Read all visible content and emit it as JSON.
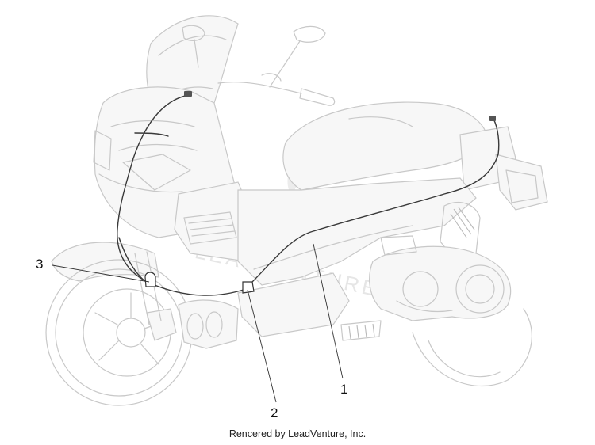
{
  "diagram": {
    "callouts": [
      {
        "id": "callout-1",
        "number": "1"
      },
      {
        "id": "callout-2",
        "number": "2"
      },
      {
        "id": "callout-3",
        "number": "3"
      }
    ],
    "watermark_text": "LEADVENTURE",
    "footer_text": "Rencered by LeadVenture, Inc."
  },
  "colors": {
    "line_art": "#c8c8c8",
    "cable": "#3a3a3a",
    "text": "#111111"
  }
}
